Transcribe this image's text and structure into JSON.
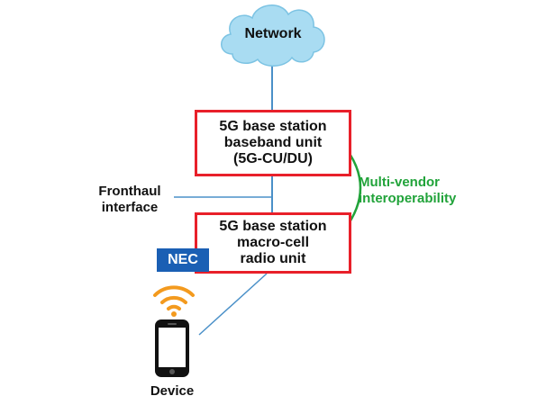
{
  "cloud": {
    "label": "Network"
  },
  "baseband_unit": {
    "lines": [
      "5G base station",
      "baseband unit",
      "(5G-CU/DU)"
    ]
  },
  "radio_unit": {
    "lines": [
      "5G base station",
      "macro-cell",
      "radio unit"
    ]
  },
  "fronthaul": {
    "lines": [
      "Fronthaul",
      "interface"
    ]
  },
  "interop": {
    "lines": [
      "Multi-vendor",
      "interoperability"
    ]
  },
  "vendor_badge": {
    "label": "NEC"
  },
  "device": {
    "label": "Device"
  },
  "colors": {
    "box_border": "#e8202a",
    "link_line": "#4a90c8",
    "interop_arrow": "#21a33a",
    "nec_badge": "#1a5fb4",
    "wifi": "#f39a1e",
    "cloud": "#a9dcf2"
  }
}
